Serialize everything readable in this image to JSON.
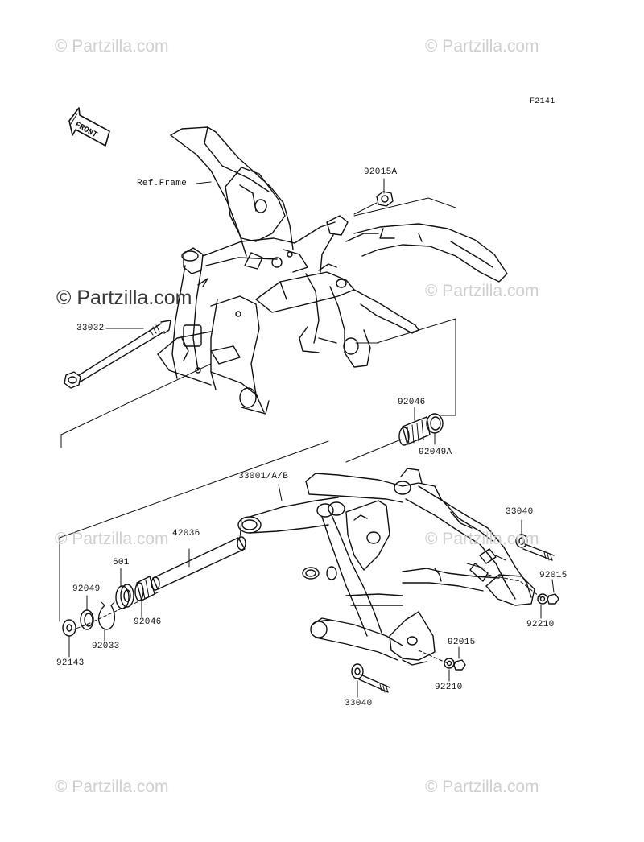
{
  "diagram": {
    "code": "F2141",
    "front_label": "FRONT",
    "ref_frame": "Ref.Frame"
  },
  "watermarks": [
    "© Partzilla.com",
    "© Partzilla.com",
    "© Partzilla.com",
    "© Partzilla.com",
    "© Partzilla.com",
    "© Partzilla.com",
    "© Partzilla.com",
    "© Partzilla.com"
  ],
  "parts": {
    "p92015A": "92015A",
    "p33032": "33032",
    "p92046_top": "92046",
    "p92049A": "92049A",
    "p33001": "33001/A/B",
    "p33040_right": "33040",
    "p42036": "42036",
    "p601": "601",
    "p92049": "92049",
    "p92046_left": "92046",
    "p92033": "92033",
    "p92143": "92143",
    "p92015_right": "92015",
    "p92210_right": "92210",
    "p92015_bottom": "92015",
    "p92210_bottom": "92210",
    "p33040_bottom": "33040"
  }
}
